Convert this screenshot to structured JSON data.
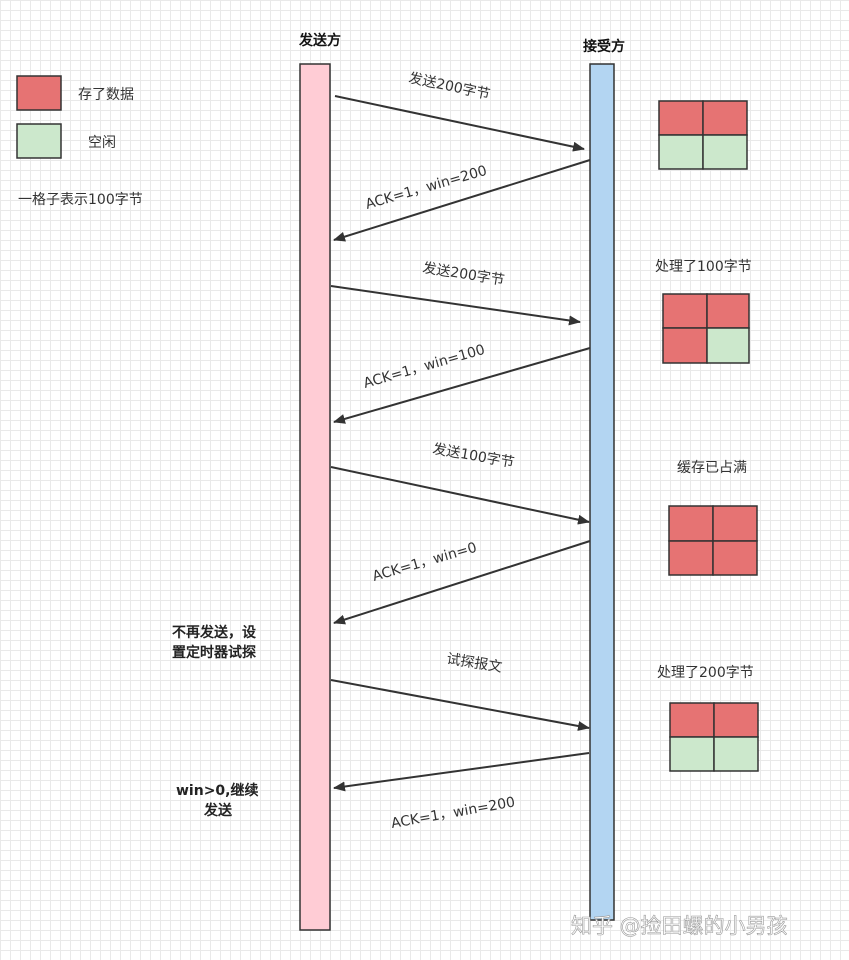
{
  "colors": {
    "used": "#e67373",
    "free": "#cce8cc",
    "sender_bar": "#ffccd5",
    "receiver_bar": "#b3d5f2",
    "line": "#333333"
  },
  "legend": {
    "used_label": "存了数据",
    "free_label": "空闲",
    "unit_note": "一格子表示100字节"
  },
  "sender": {
    "title": "发送方"
  },
  "receiver": {
    "title": "接受方"
  },
  "messages": [
    {
      "label": "发送200字节",
      "direction": "send"
    },
    {
      "label": "ACK=1，win=200",
      "direction": "ack"
    },
    {
      "label": "发送200字节",
      "direction": "send"
    },
    {
      "label": "ACK=1，win=100",
      "direction": "ack"
    },
    {
      "label": "发送100字节",
      "direction": "send"
    },
    {
      "label": "ACK=1，win=0",
      "direction": "ack"
    },
    {
      "label": "试探报文",
      "direction": "send"
    },
    {
      "label": "ACK=1，win=200",
      "direction": "ack"
    }
  ],
  "buffers": [
    {
      "label": "",
      "cells": [
        "used",
        "used",
        "free",
        "free"
      ]
    },
    {
      "label": "处理了100字节",
      "cells": [
        "used",
        "used",
        "used",
        "free"
      ]
    },
    {
      "label": "缓存已占满",
      "cells": [
        "used",
        "used",
        "used",
        "used"
      ]
    },
    {
      "label": "处理了200字节",
      "cells": [
        "used",
        "used",
        "free",
        "free"
      ]
    }
  ],
  "sender_notes": [
    {
      "lines": [
        "不再发送，设",
        "置定时器试探"
      ]
    },
    {
      "lines": [
        "win>0,继续",
        "发送"
      ]
    }
  ],
  "watermark": "知乎 @捡田螺的小男孩"
}
